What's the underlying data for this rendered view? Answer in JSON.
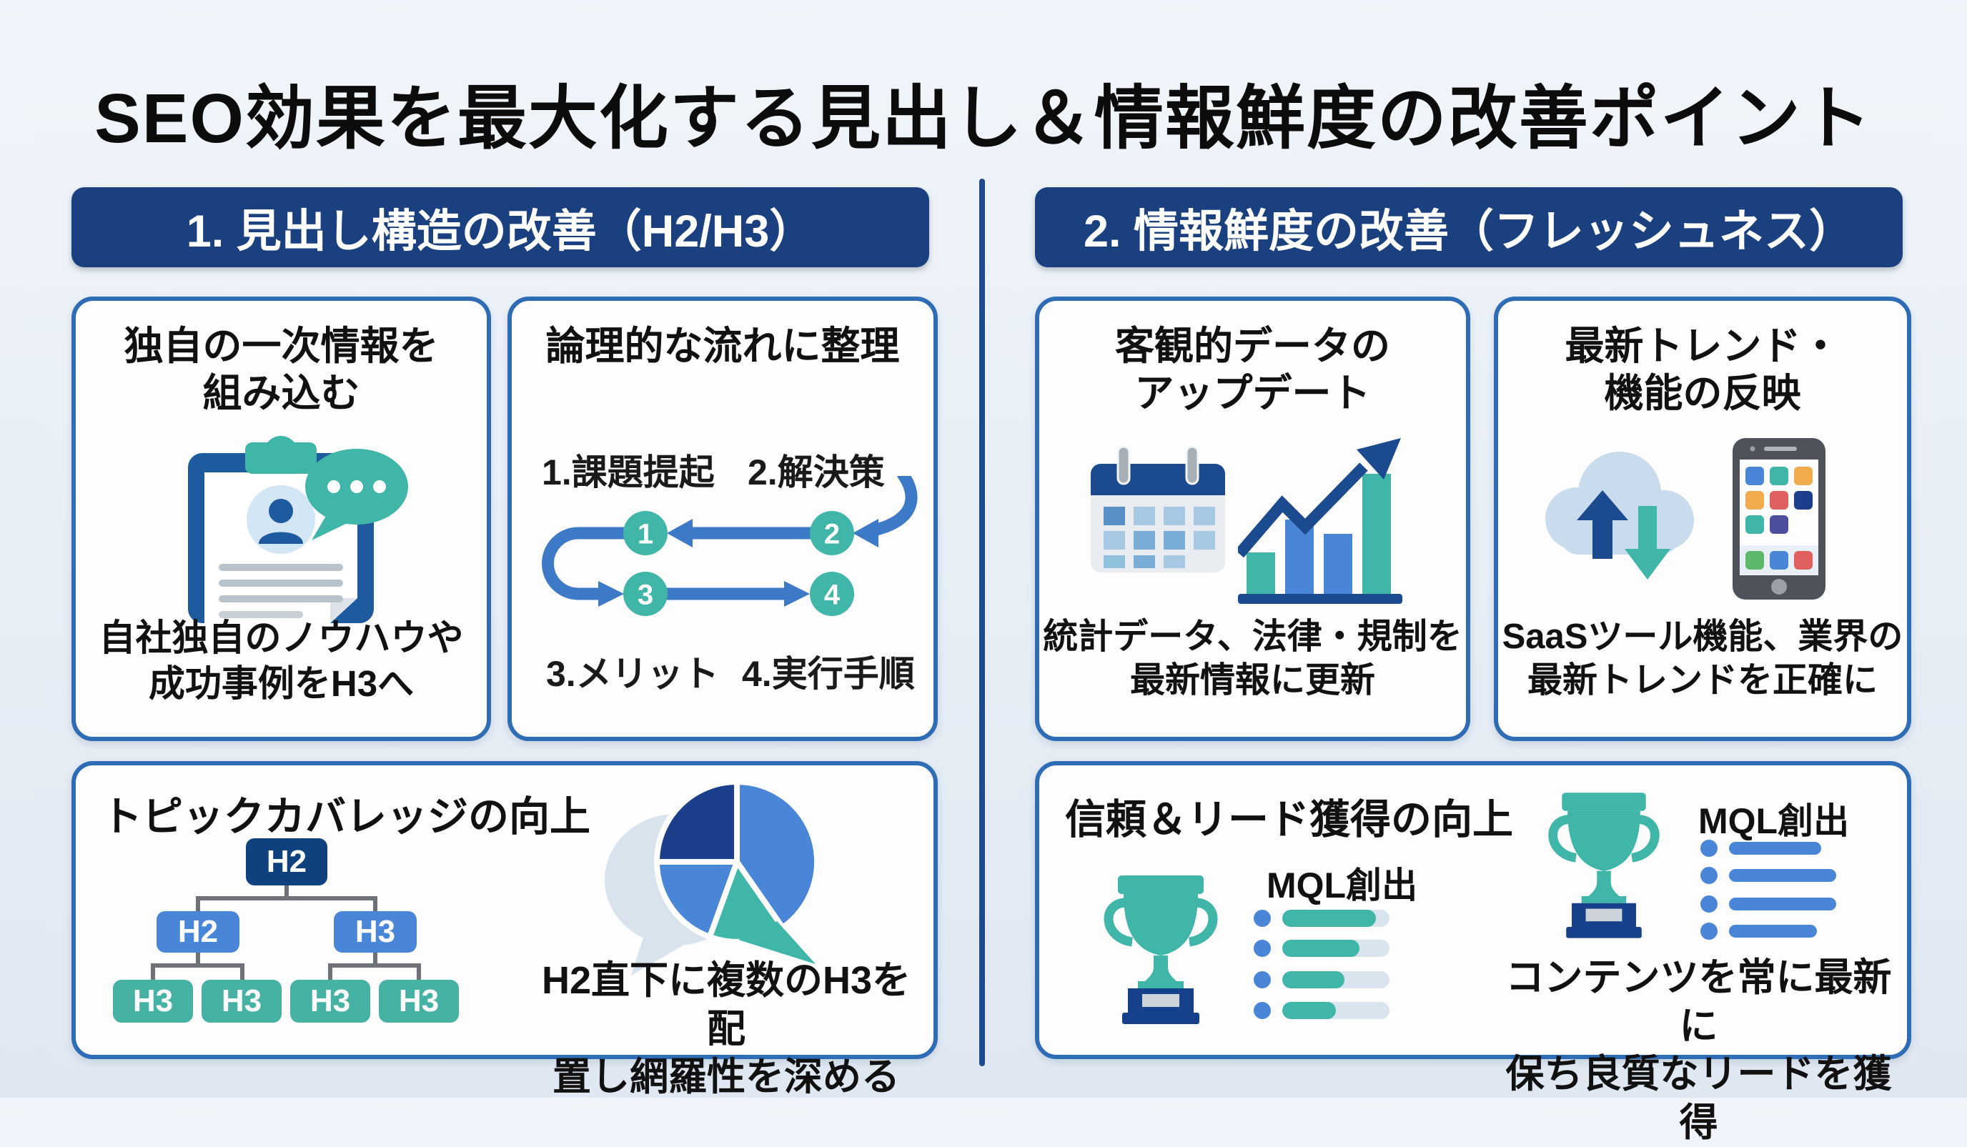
{
  "title": "SEO効果を最大化する見出し＆情報鮮度の改善ポイント",
  "left": {
    "header": "1. 見出し構造の改善（H2/H3）",
    "card1": {
      "title_line1": "独自の一次情報を",
      "title_line2": "組み込む",
      "caption_line1": "自社独自のノウハウや",
      "caption_line2": "成功事例をH3へ",
      "icon_names": [
        "clipboard-profile-icon",
        "chat-bubble-icon"
      ]
    },
    "card2": {
      "title": "論理的な流れに整理",
      "step1_label": "1.課題提起",
      "step2_label": "2.解決策",
      "step3_label": "3.メリット",
      "step4_label": "4.実行手順",
      "circle1": "1",
      "circle2": "2",
      "circle3": "3",
      "circle4": "4"
    },
    "card3": {
      "title": "トピックカバレッジの向上",
      "tree": {
        "root": "H2",
        "level2_left": "H2",
        "level2_right": "H3",
        "level3_1": "H3",
        "level3_2": "H3",
        "level3_3": "H3",
        "level3_4": "H3"
      },
      "caption_line1": "H2直下に複数のH3を配",
      "caption_line2": "置し網羅性を深める",
      "icon_names": [
        "h2-h3-tree",
        "pie-chart-bubble-icon"
      ]
    }
  },
  "right": {
    "header": "2. 情報鮮度の改善（フレッシュネス）",
    "card1": {
      "title_line1": "客観的データの",
      "title_line2": "アップデート",
      "caption_line1": "統計データ、法律・規制を",
      "caption_line2": "最新情報に更新",
      "icon_names": [
        "calendar-icon",
        "growth-chart-icon"
      ]
    },
    "card2": {
      "title_line1": "最新トレンド・",
      "title_line2": "機能の反映",
      "caption_line1": "SaaSツール機能、業界の",
      "caption_line2": "最新トレンドを正確に",
      "icon_names": [
        "cloud-sync-icon",
        "smartphone-icon"
      ]
    },
    "card3": {
      "title": "信頼＆リード獲得の向上",
      "left_trophy_label": "MQL創出",
      "right_trophy_label": "MQL創出",
      "left_progress_pct": [
        87,
        72,
        58,
        50
      ],
      "right_progress_pct": [
        86,
        100,
        100,
        82
      ],
      "caption_line1": "コンテンツを常に最新に",
      "caption_line2": "保ち良質なリードを獲得",
      "icon_names": [
        "trophy-icon",
        "trophy-icon"
      ]
    }
  },
  "colors": {
    "background": "#e7eef6",
    "header_navy": "#1a4080",
    "card_border": "#2e6db6",
    "dark_navy": "#10417f",
    "icon_navy": "#1b4a8f",
    "teal": "#3fb6a8",
    "blue": "#4a86d8",
    "flow_arrow_blue": "#3c7ac8",
    "progress_track": "#d9e4ef",
    "text": "#111111"
  }
}
